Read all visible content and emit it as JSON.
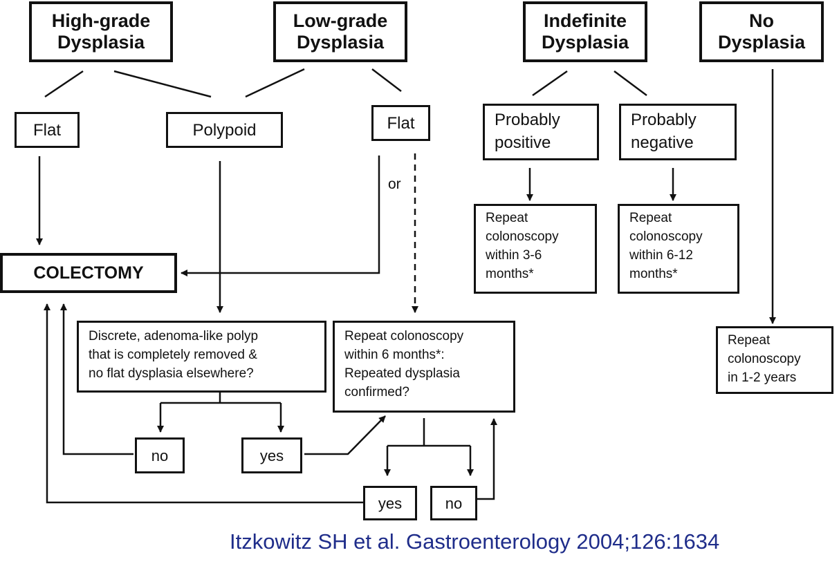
{
  "headers": {
    "high_grade": [
      "High-grade",
      "Dysplasia"
    ],
    "low_grade": [
      "Low-grade",
      "Dysplasia"
    ],
    "indefinite": [
      "Indefinite",
      "Dysplasia"
    ],
    "no_dysplasia": [
      "No",
      "Dysplasia"
    ]
  },
  "nodes": {
    "flat_high": "Flat",
    "polypoid": "Polypoid",
    "flat_low": "Flat",
    "or_label": "or",
    "probably_positive": [
      "Probably",
      "positive"
    ],
    "probably_negative": [
      "Probably",
      "negative"
    ],
    "colectomy": "COLECTOMY",
    "repeat_3_6": [
      "Repeat",
      "colonoscopy",
      "within 3-6",
      "months*"
    ],
    "repeat_6_12": [
      "Repeat",
      "colonoscopy",
      "within 6-12",
      "months*"
    ],
    "repeat_1_2": [
      "Repeat",
      "colonoscopy",
      "in 1-2 years"
    ],
    "polyp_question": [
      "Discrete, adenoma-like polyp",
      "that is completely removed &",
      "no flat dysplasia elsewhere?"
    ],
    "repeat_6_question": [
      "Repeat colonoscopy",
      "within 6 months*:",
      "Repeated dysplasia",
      "confirmed?"
    ],
    "no_1": "no",
    "yes_1": "yes",
    "yes_2": "yes",
    "no_2": "no"
  },
  "citation": "Itzkowitz SH et al. Gastroenterology 2004;126:1634"
}
